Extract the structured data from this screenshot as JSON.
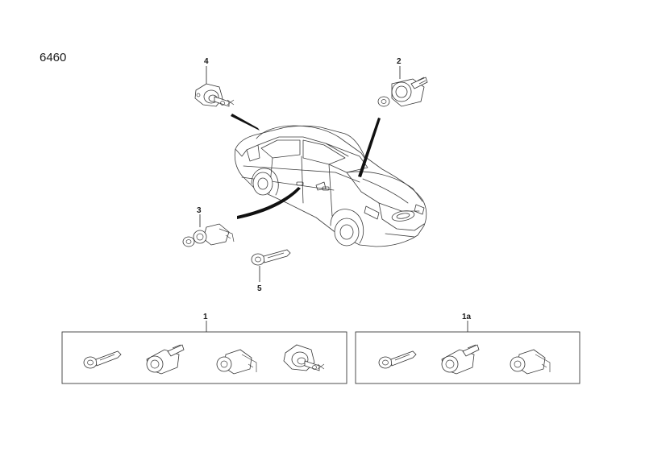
{
  "diagram": {
    "code": "6460",
    "callouts": {
      "c1": "1",
      "c1a": "1a",
      "c2": "2",
      "c3": "3",
      "c4": "4",
      "c5": "5"
    }
  }
}
